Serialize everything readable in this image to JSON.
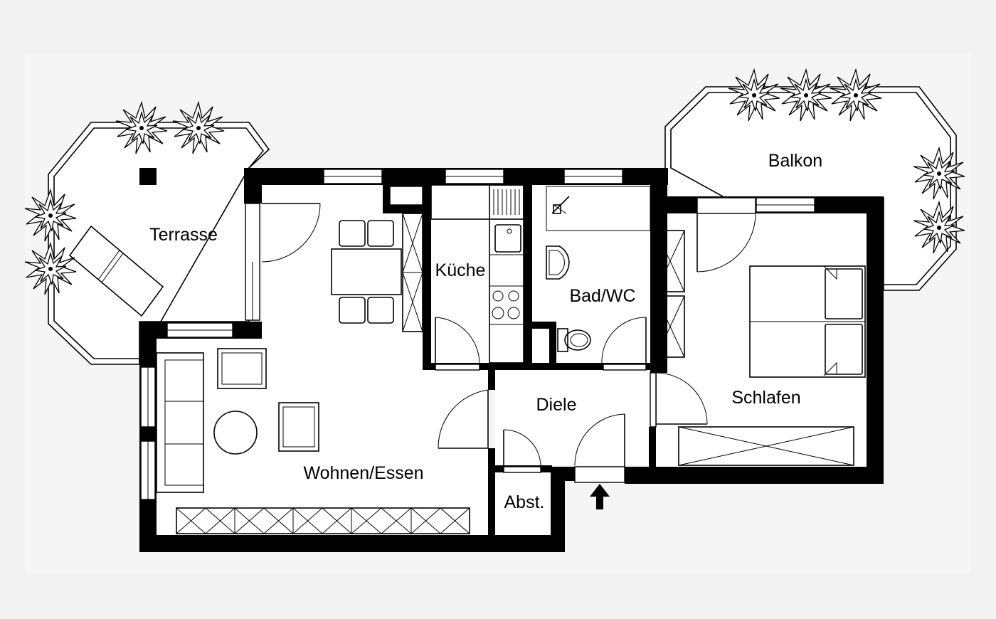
{
  "plan": {
    "rooms": {
      "terrasse": "Terrasse",
      "balkon": "Balkon",
      "kueche": "Küche",
      "bad": "Bad/WC",
      "diele": "Diele",
      "schlafen": "Schlafen",
      "wohnen": "Wohnen/Essen",
      "abst": "Abst."
    },
    "colors": {
      "background": "#f2f2f2",
      "floor": "#ffffff",
      "wall": "#000000"
    },
    "icons": {
      "entrance": "arrow-up-icon",
      "plants": "plant-icon"
    }
  }
}
